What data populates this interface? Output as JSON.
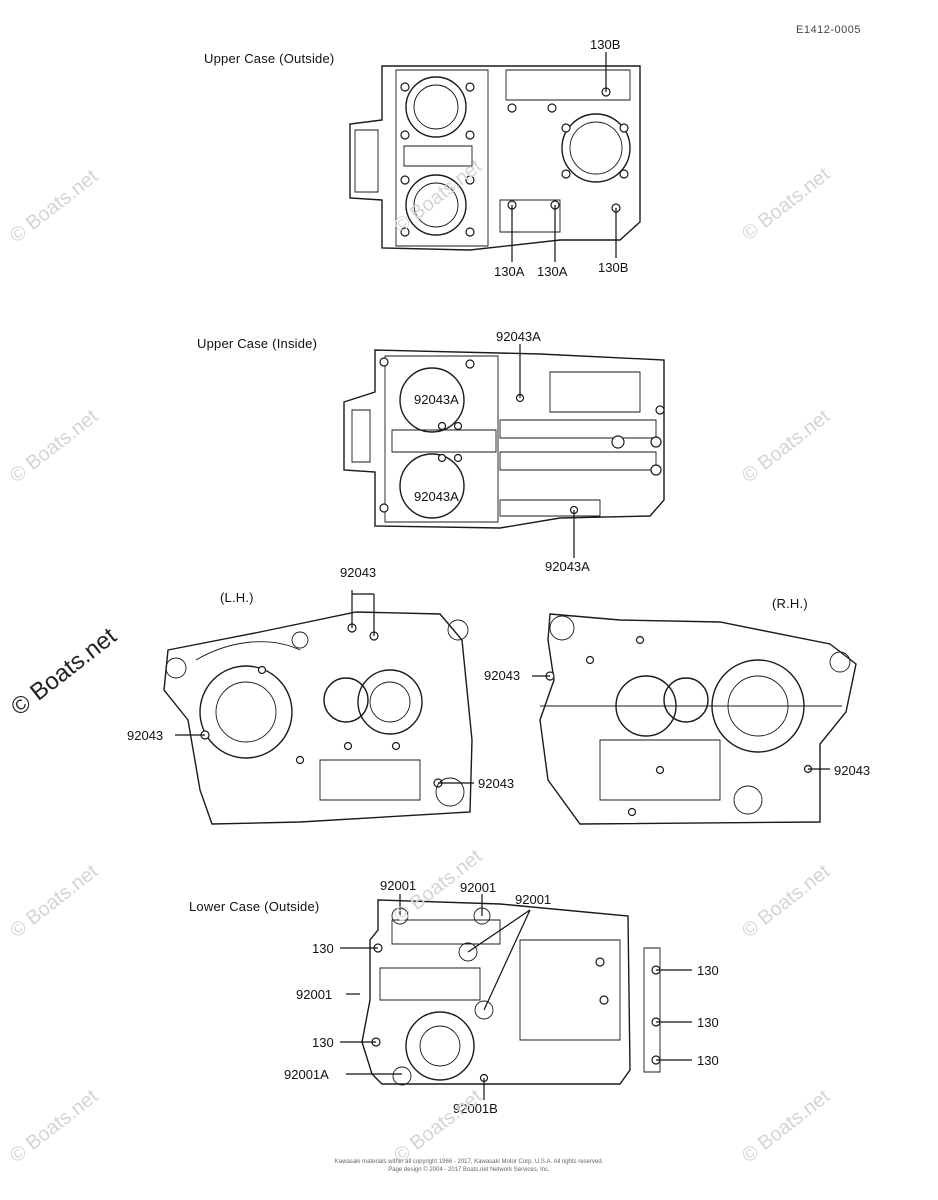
{
  "doc_id": "E1412-0005",
  "sections": {
    "upper_outside": "Upper Case (Outside)",
    "upper_inside": "Upper Case (Inside)",
    "lh": "(L.H.)",
    "rh": "(R.H.)",
    "lower_outside": "Lower Case (Outside)"
  },
  "callouts": {
    "uo_130b_top": "130B",
    "uo_130a_1": "130A",
    "uo_130a_2": "130A",
    "uo_130b_bot": "130B",
    "ui_92043a_top": "92043A",
    "ui_92043a_mid1": "92043A",
    "ui_92043a_mid2": "92043A",
    "ui_92043a_bot": "92043A",
    "lh_92043_top": "92043",
    "lh_92043_left": "92043",
    "lh_92043_right": "92043",
    "rh_92043_left": "92043",
    "rh_92043_right": "92043",
    "lo_92001_1": "92001",
    "lo_92001_2": "92001",
    "lo_92001_3": "92001",
    "lo_130_1": "130",
    "lo_92001_4": "92001",
    "lo_130_2": "130",
    "lo_92001a": "92001A",
    "lo_92001b": "92001B",
    "lo_130_r1": "130",
    "lo_130_r2": "130",
    "lo_130_r3": "130"
  },
  "watermark": "© Boats.net",
  "copyright_line1": "Kawasaki materials within all copyright 1966 - 2017, Kawasaki Motor Corp. U.S.A. All rights reserved.",
  "copyright_line2": "Page design © 2004 - 2017 Boats.net Network Services, Inc."
}
